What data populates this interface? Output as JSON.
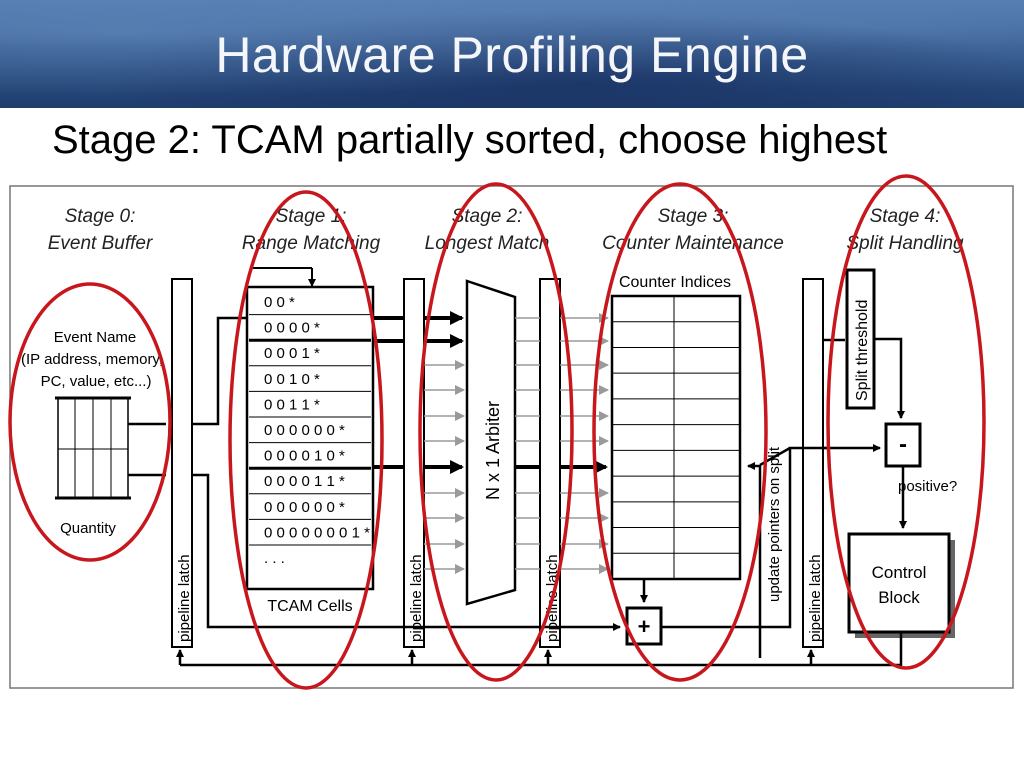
{
  "header": {
    "title": "Hardware Profiling Engine",
    "subtitle": "Stage 2: TCAM partially sorted, choose highest"
  },
  "stages": [
    {
      "line1": "Stage 0:",
      "line2": "Event Buffer"
    },
    {
      "line1": "Stage 1:",
      "line2": "Range Matching"
    },
    {
      "line1": "Stage 2:",
      "line2": "Longest Match"
    },
    {
      "line1": "Stage 3:",
      "line2": "Counter Maintenance"
    },
    {
      "line1": "Stage 4:",
      "line2": "Split Handling"
    }
  ],
  "event_buffer": {
    "name_line1": "Event Name",
    "name_line2": "(IP address, memory,",
    "name_line3": "PC, value, etc...)",
    "quantity": "Quantity"
  },
  "pipeline_latch": "pipeline latch",
  "tcam": {
    "cells": [
      "0 0 *",
      "0 0 0 0 *",
      "0 0 0 1 *",
      "0 0 1 0 *",
      "0 0 1 1 *",
      "0 0 0 0 0 0 *",
      "0 0 0 0 1 0 *",
      "0 0 0 0 1 1 *",
      "0 0 0 0 0 0 *",
      "0 0 0 0 0 0 0 1 *",
      ". . ."
    ],
    "label": "TCAM Cells"
  },
  "arbiter": "N x 1 Arbiter",
  "counter": {
    "label": "Counter Indices",
    "rows": 11
  },
  "adder": "+",
  "update_pointers": "update pointers on split",
  "split_threshold": "Split threshold",
  "subtract": "-",
  "positive": "positive?",
  "control_block": {
    "line1": "Control",
    "line2": "Block"
  },
  "colors": {
    "highlight_ellipse": "#c8161d",
    "line": "#000000",
    "dim_arrow": "#9a9a9a"
  }
}
